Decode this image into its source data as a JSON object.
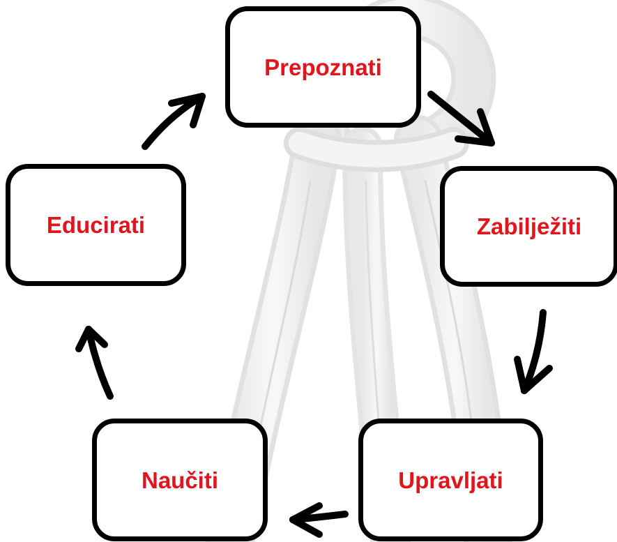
{
  "diagram": {
    "type": "cycle",
    "background": "rope-knot-watermark",
    "label_color": "#E3151C",
    "border_color": "#000000",
    "arrow_color": "#000000",
    "nodes": [
      {
        "id": "prepoznati",
        "label": "Prepoznati"
      },
      {
        "id": "zabiljeziti",
        "label": "Zabilježiti"
      },
      {
        "id": "upravljati",
        "label": "Upravljati"
      },
      {
        "id": "nauciti",
        "label": "Naučiti"
      },
      {
        "id": "educirati",
        "label": "Educirati"
      }
    ],
    "edges": [
      {
        "from": "prepoznati",
        "to": "zabiljeziti"
      },
      {
        "from": "zabiljeziti",
        "to": "upravljati"
      },
      {
        "from": "upravljati",
        "to": "nauciti"
      },
      {
        "from": "nauciti",
        "to": "educirati"
      },
      {
        "from": "educirati",
        "to": "prepoznati"
      }
    ]
  }
}
